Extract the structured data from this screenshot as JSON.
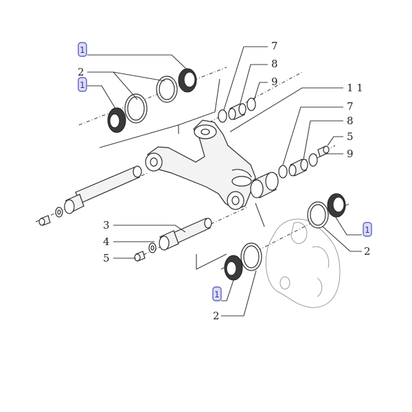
{
  "callouts": {
    "c7_top": "7",
    "c8_top": "8",
    "c9_top": "9",
    "c11": "1 1",
    "c7_mid": "7",
    "c8_mid": "8",
    "c5_right": "5",
    "c9_mid": "9",
    "c2_upper": "2",
    "c3": "3",
    "c4": "4",
    "c5_left": "5",
    "c2_right": "2",
    "c2_lower": "2"
  },
  "highlights": {
    "h1_top": "1",
    "h1_second": "1",
    "h1_right": "1",
    "h1_lower": "1"
  },
  "colors": {
    "highlight": "#dcdcf5",
    "highlight_border": "#6060c8"
  }
}
